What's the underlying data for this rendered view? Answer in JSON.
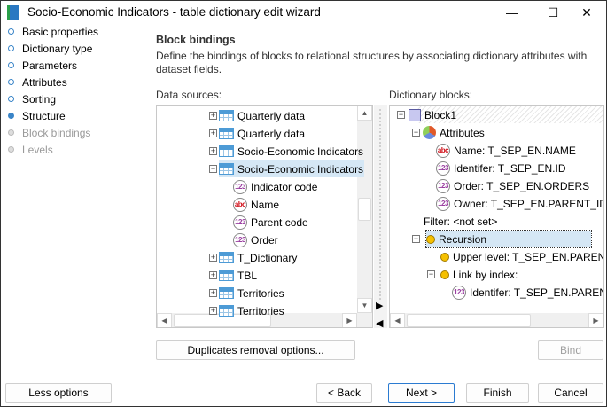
{
  "window": {
    "title": "Socio-Economic Indicators - table dictionary edit wizard",
    "minimize": "—",
    "maximize": "☐",
    "close": "✕"
  },
  "steps": [
    {
      "label": "Basic properties",
      "state": "done"
    },
    {
      "label": "Dictionary type",
      "state": "done"
    },
    {
      "label": "Parameters",
      "state": "done"
    },
    {
      "label": "Attributes",
      "state": "done"
    },
    {
      "label": "Sorting",
      "state": "done"
    },
    {
      "label": "Structure",
      "state": "current"
    },
    {
      "label": "Block bindings",
      "state": "disabled"
    },
    {
      "label": "Levels",
      "state": "disabled"
    }
  ],
  "page": {
    "heading": "Block bindings",
    "description": "Define the bindings of blocks to relational structures by associating dictionary attributes with dataset fields."
  },
  "data_sources": {
    "label": "Data sources:",
    "items": [
      {
        "label": "Quarterly data",
        "icon": "table-icon",
        "expander": "plus"
      },
      {
        "label": "Quarterly data",
        "icon": "table-icon",
        "expander": "plus"
      },
      {
        "label": "Socio-Economic Indicators",
        "icon": "table-icon",
        "expander": "plus"
      },
      {
        "label": "Socio-Economic Indicators",
        "icon": "table-icon",
        "expander": "minus",
        "selected": true
      },
      {
        "label": "Indicator code",
        "icon": "numeric-field-icon",
        "child": true
      },
      {
        "label": "Name",
        "icon": "string-field-icon",
        "child": true
      },
      {
        "label": "Parent code",
        "icon": "numeric-field-icon",
        "child": true
      },
      {
        "label": "Order",
        "icon": "numeric-field-icon",
        "child": true
      },
      {
        "label": "T_Dictionary",
        "icon": "table-icon",
        "expander": "plus"
      },
      {
        "label": "TBL",
        "icon": "table-icon",
        "expander": "plus"
      },
      {
        "label": "Territories",
        "icon": "table-icon",
        "expander": "plus"
      },
      {
        "label": "Territories",
        "icon": "table-icon",
        "expander": "plus"
      }
    ]
  },
  "dictionary_blocks": {
    "label": "Dictionary blocks:",
    "items": [
      {
        "label": "Block1",
        "icon": "block-icon",
        "expander": "minus"
      },
      {
        "label": "Attributes",
        "icon": "attributes-icon",
        "expander": "minus"
      },
      {
        "label": "Name: T_SEP_EN.NAME",
        "icon": "string-field-icon"
      },
      {
        "label": "Identifer: T_SEP_EN.ID",
        "icon": "numeric-field-icon"
      },
      {
        "label": "Order: T_SEP_EN.ORDERS",
        "icon": "numeric-field-icon"
      },
      {
        "label": "Owner: T_SEP_EN.PARENT_ID",
        "icon": "numeric-field-icon"
      },
      {
        "label": "Filter: <not set>",
        "icon": ""
      },
      {
        "label": "Recursion",
        "icon": "recursion-icon",
        "expander": "minus",
        "selected": true
      },
      {
        "label": "Upper level: T_SEP_EN.PARENT_ID",
        "icon": "recursion-icon"
      },
      {
        "label": "Link by index:",
        "icon": "recursion-icon",
        "expander": "minus"
      },
      {
        "label": "Identifer: T_SEP_EN.PARENT_ID",
        "icon": "numeric-field-icon"
      }
    ]
  },
  "icon_text": {
    "numeric": "123",
    "string": "abc"
  },
  "buttons": {
    "duplicates": "Duplicates removal options...",
    "bind": "Bind",
    "less": "Less options",
    "back": "< Back",
    "next": "Next >",
    "finish": "Finish",
    "cancel": "Cancel"
  },
  "colors": {
    "accent": "#3a85c8",
    "selection": "#d5e7f5"
  }
}
